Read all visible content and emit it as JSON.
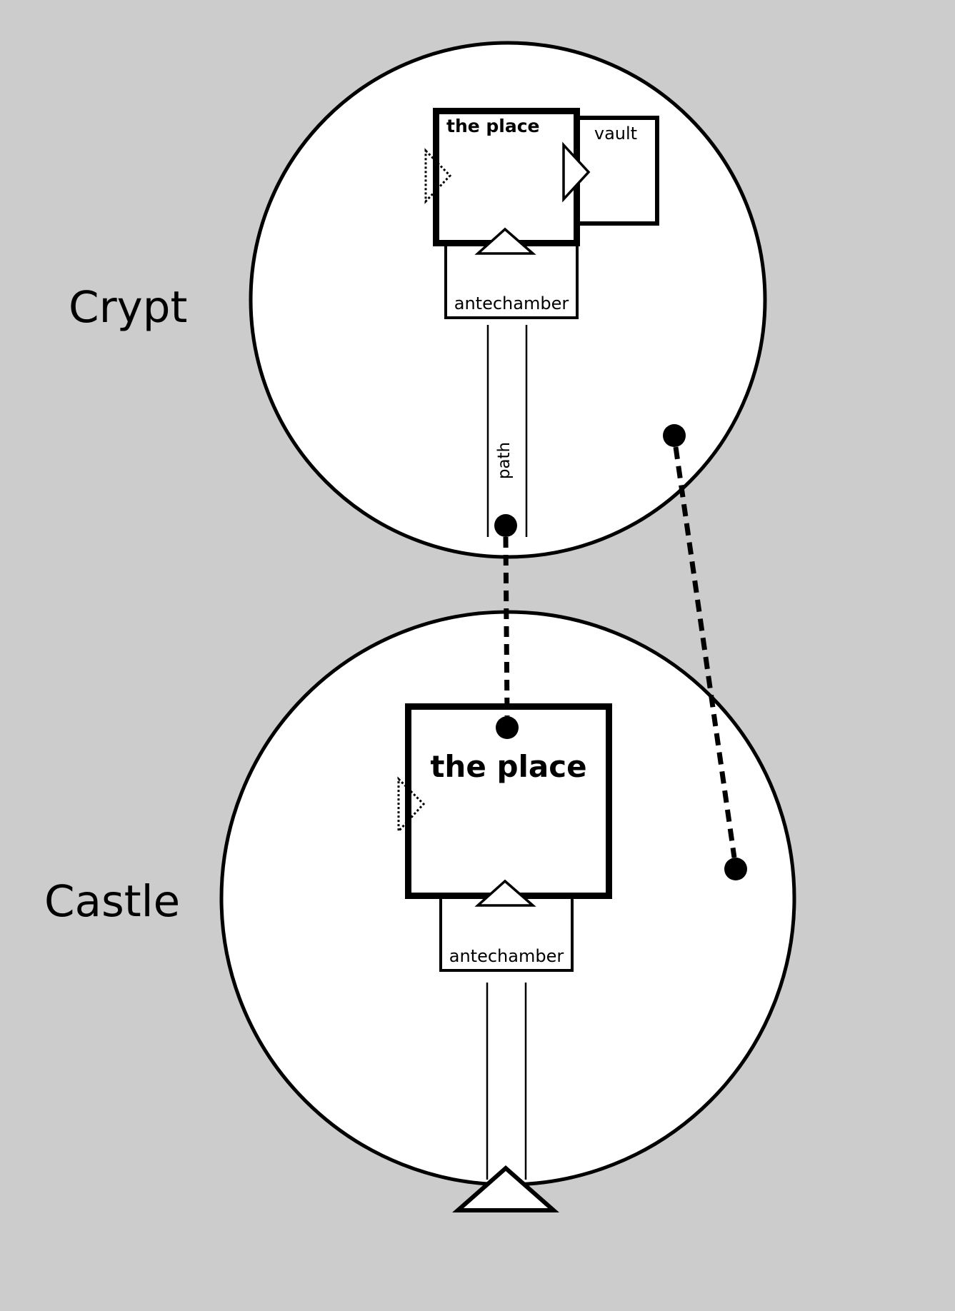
{
  "diagram": {
    "background_color": "#cccccc",
    "regions": [
      {
        "id": "crypt",
        "label": "Crypt",
        "rooms": [
          {
            "id": "crypt-place",
            "label": "the place",
            "emphasis": "primary"
          },
          {
            "id": "crypt-vault",
            "label": "vault"
          },
          {
            "id": "crypt-antechamber",
            "label": "antechamber"
          }
        ],
        "path_label": "path"
      },
      {
        "id": "castle",
        "label": "Castle",
        "rooms": [
          {
            "id": "castle-place",
            "label": "the place",
            "emphasis": "primary"
          },
          {
            "id": "castle-antechamber",
            "label": "antechamber"
          }
        ]
      }
    ],
    "links": [
      {
        "from": "crypt path end",
        "to": "castle the place",
        "style": "dashed"
      },
      {
        "from": "crypt interior point",
        "to": "castle interior point",
        "style": "dashed"
      }
    ],
    "markers": {
      "solid_door": "triangle",
      "hidden_door": "dotted-triangle",
      "entrance": "large-triangle",
      "link_endpoint": "filled-circle"
    }
  }
}
